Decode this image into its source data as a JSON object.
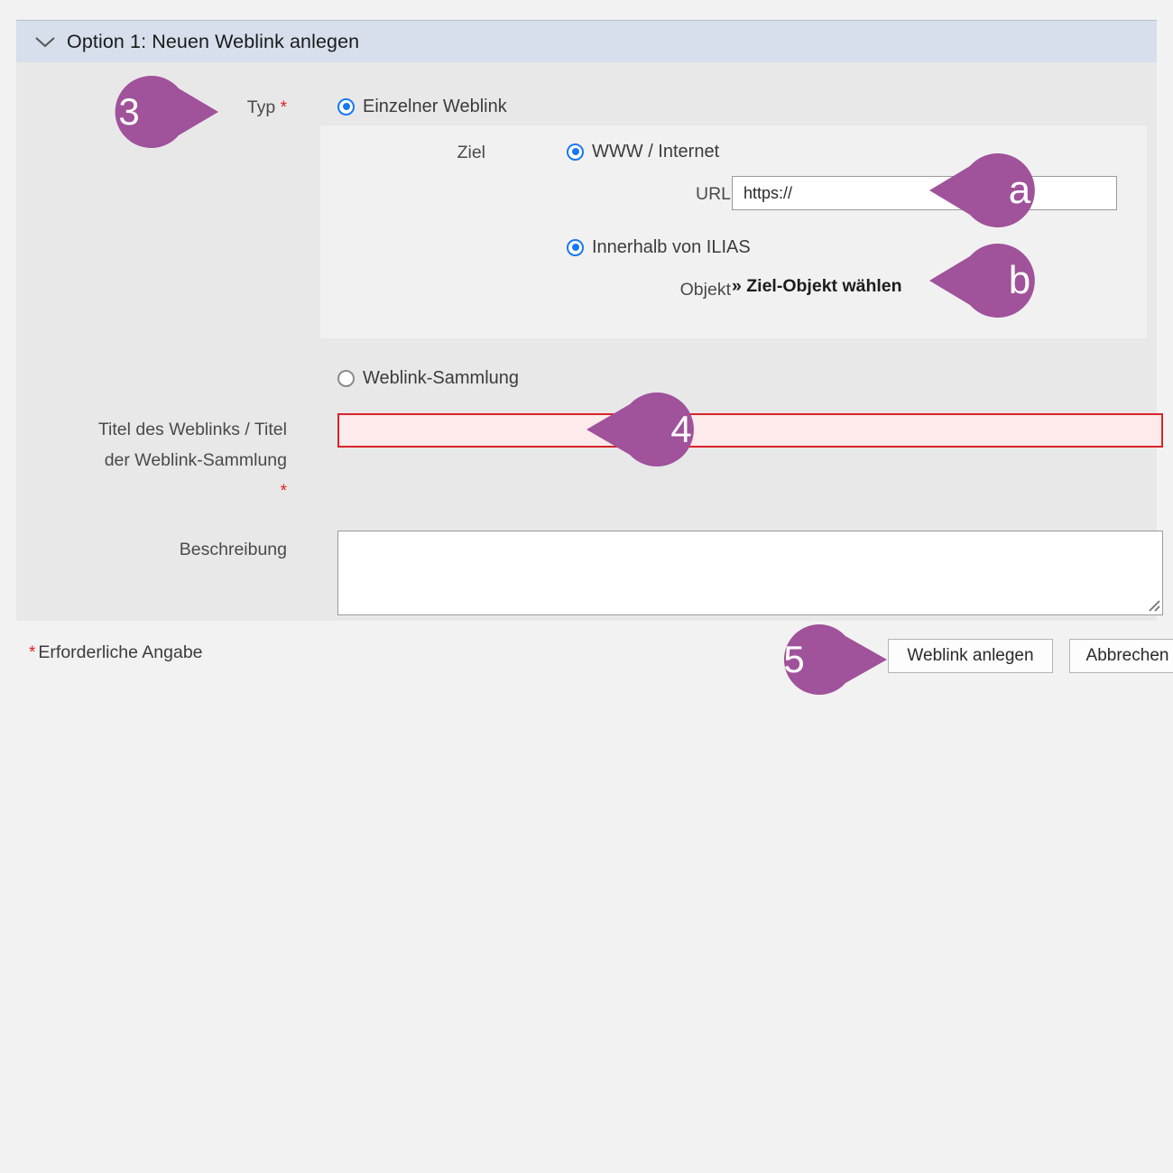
{
  "panel": {
    "title": "Option 1: Neuen Weblink anlegen",
    "collapse_icon": "chevron-down-icon",
    "header_color": "#d7dfec",
    "body_color": "#e8e8e8"
  },
  "fields": {
    "typ": {
      "label": "Typ",
      "required_marker": "*",
      "options": [
        {
          "label": "Einzelner Weblink",
          "selected": true
        },
        {
          "label": "Weblink-Sammlung",
          "selected": false
        }
      ]
    },
    "ziel": {
      "label": "Ziel",
      "options": [
        {
          "label": "WWW / Internet",
          "selected": true
        },
        {
          "label": "Innerhalb von ILIAS",
          "selected": true
        }
      ]
    },
    "url": {
      "label": "URL",
      "value": "https://",
      "placeholder": ""
    },
    "objekt": {
      "label": "Objekt",
      "link_text": "» Ziel-Objekt wählen"
    },
    "titel": {
      "label_line1": "Titel des Weblinks / Titel",
      "label_line2": "der Weblink-Sammlung",
      "required_marker": "*",
      "value": "",
      "placeholder": "",
      "error_state": true,
      "error_border_color": "#d8232a",
      "error_background_color": "#fdeaea"
    },
    "beschreibung": {
      "label": "Beschreibung",
      "value": "",
      "placeholder": ""
    }
  },
  "footer": {
    "required_note_star": "*",
    "required_note_text": "Erforderliche Angabe",
    "submit_label": "Weblink anlegen",
    "cancel_label": "Abbrechen"
  },
  "callouts": [
    {
      "id": "typ",
      "text": "3"
    },
    {
      "id": "url",
      "text": "a"
    },
    {
      "id": "objekt",
      "text": "b"
    },
    {
      "id": "titel",
      "text": "4"
    },
    {
      "id": "submit",
      "text": "5"
    }
  ],
  "colors": {
    "callout_purple": "#a0529b",
    "radio_blue": "#1878f0",
    "required_red": "#e02020",
    "page_background": "#f2f2f2",
    "nested_panel": "#f1f1f1"
  }
}
